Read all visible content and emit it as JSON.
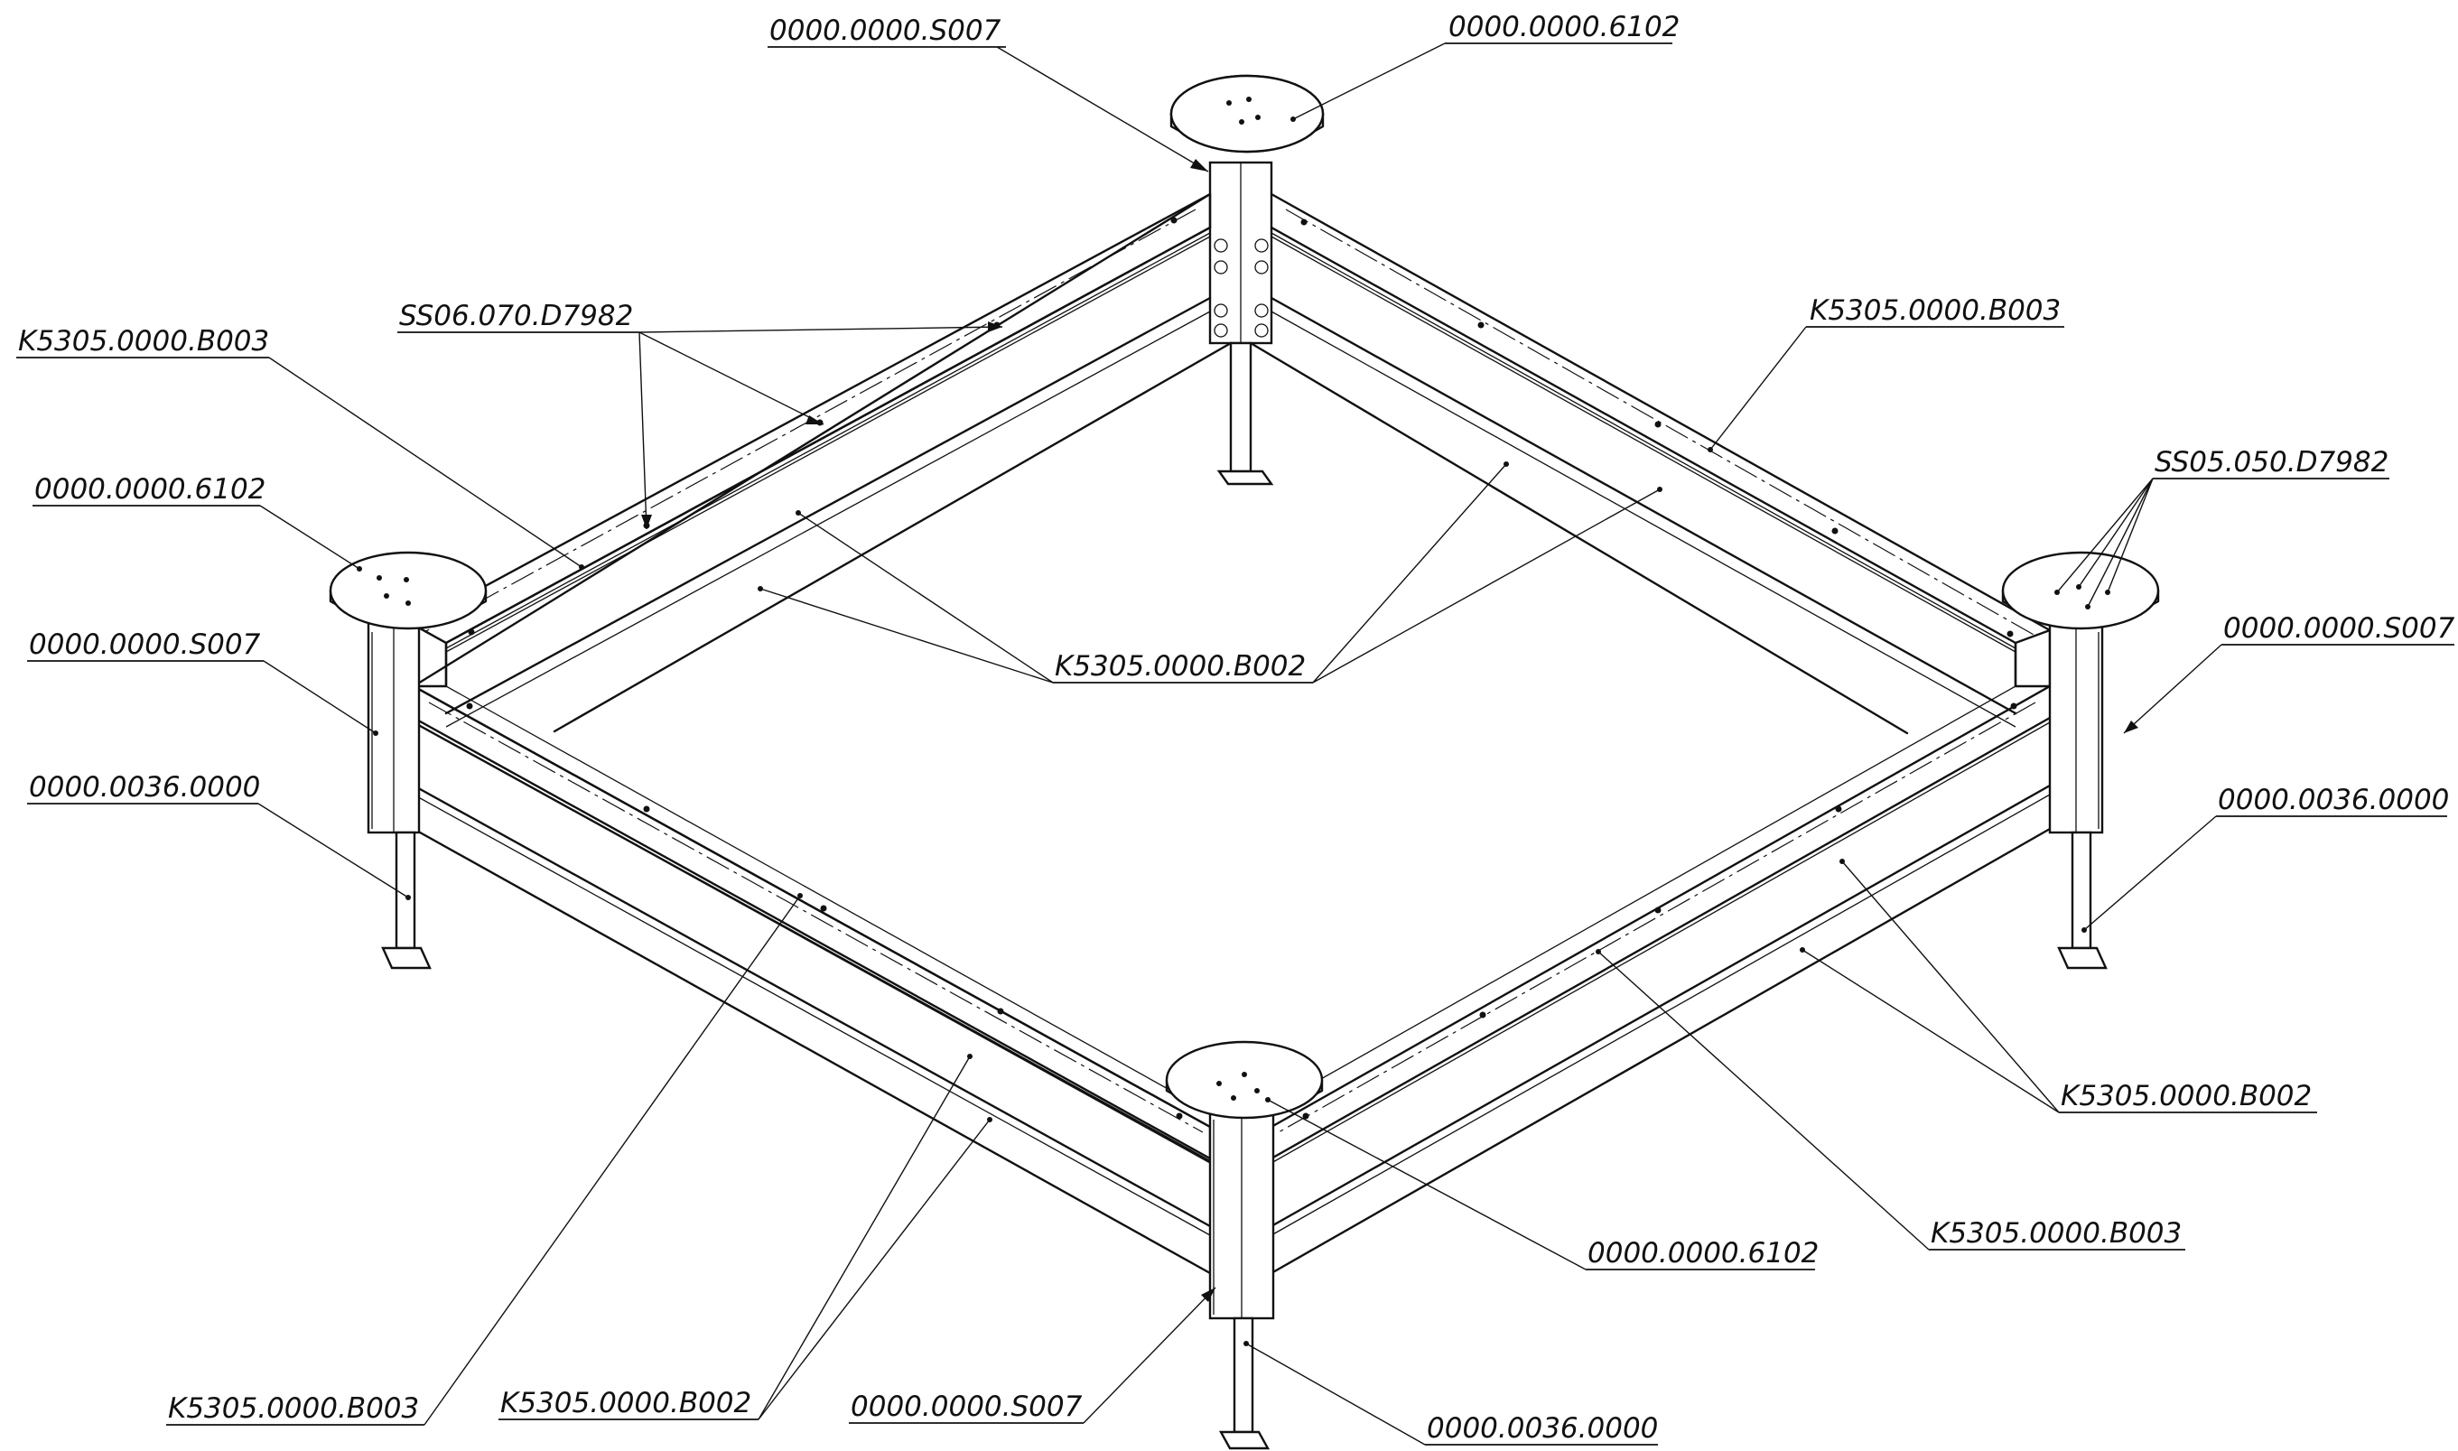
{
  "drawing": {
    "labels": {
      "s007_top": "0000.0000.S007",
      "p6102_top": "0000.0000.6102",
      "ss06": "SS06.070.D7982",
      "b003_left": "K5305.0000.B003",
      "b003_right_top": "K5305.0000.B003",
      "p6102_left": "0000.0000.6102",
      "ss05": "SS05.050.D7982",
      "s007_left": "0000.0000.S007",
      "s007_right": "0000.0000.S007",
      "b002_center": "K5305.0000.B002",
      "p0036_left": "0000.0036.0000",
      "p0036_right": "0000.0036.0000",
      "b002_right": "K5305.0000.B002",
      "p6102_bottom": "0000.0000.6102",
      "b003_right_bottom": "K5305.0000.B003",
      "b003_bottom_left": "K5305.0000.B003",
      "b002_bottom": "K5305.0000.B002",
      "s007_bottom": "0000.0000.S007",
      "p0036_bottom": "0000.0036.0000"
    },
    "colors": {
      "line": "#111111",
      "background": "#ffffff"
    }
  }
}
